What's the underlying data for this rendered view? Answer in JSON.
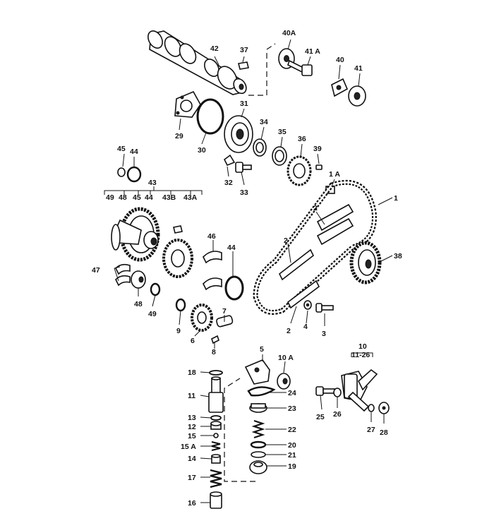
{
  "labels": {
    "l1": "1",
    "l1A": "1 A",
    "l2a": "2",
    "l2b": "2",
    "l2c": "2",
    "l3": "3",
    "l4": "4",
    "l5": "5",
    "l6": "6",
    "l7": "7",
    "l8": "8",
    "l9": "9",
    "l10": "10",
    "l10range": "11-26",
    "l10A": "10 A",
    "l11": "11",
    "l12": "12",
    "l13": "13",
    "l14": "14",
    "l15": "15",
    "l15A": "15 A",
    "l16": "16",
    "l17": "17",
    "l18": "18",
    "l19": "19",
    "l20": "20",
    "l21": "21",
    "l22": "22",
    "l23": "23",
    "l24": "24",
    "l25": "25",
    "l26": "26",
    "l27": "27",
    "l28": "28",
    "l29": "29",
    "l30": "30",
    "l31": "31",
    "l32": "32",
    "l33": "33",
    "l34": "34",
    "l35": "35",
    "l36": "36",
    "l37": "37",
    "l38": "38",
    "l39": "39",
    "l40": "40",
    "l40A": "40A",
    "l41": "41",
    "l41A": "41 A",
    "l42": "42",
    "l43": "43",
    "l43B": "43B",
    "l43A": "43A",
    "l44a": "44",
    "l44b": "44",
    "l44c": "44",
    "l45a": "45",
    "l45b": "45",
    "l46": "46",
    "l47": "47",
    "l48a": "48",
    "l48b": "48",
    "l49a": "49",
    "l49b": "49"
  }
}
